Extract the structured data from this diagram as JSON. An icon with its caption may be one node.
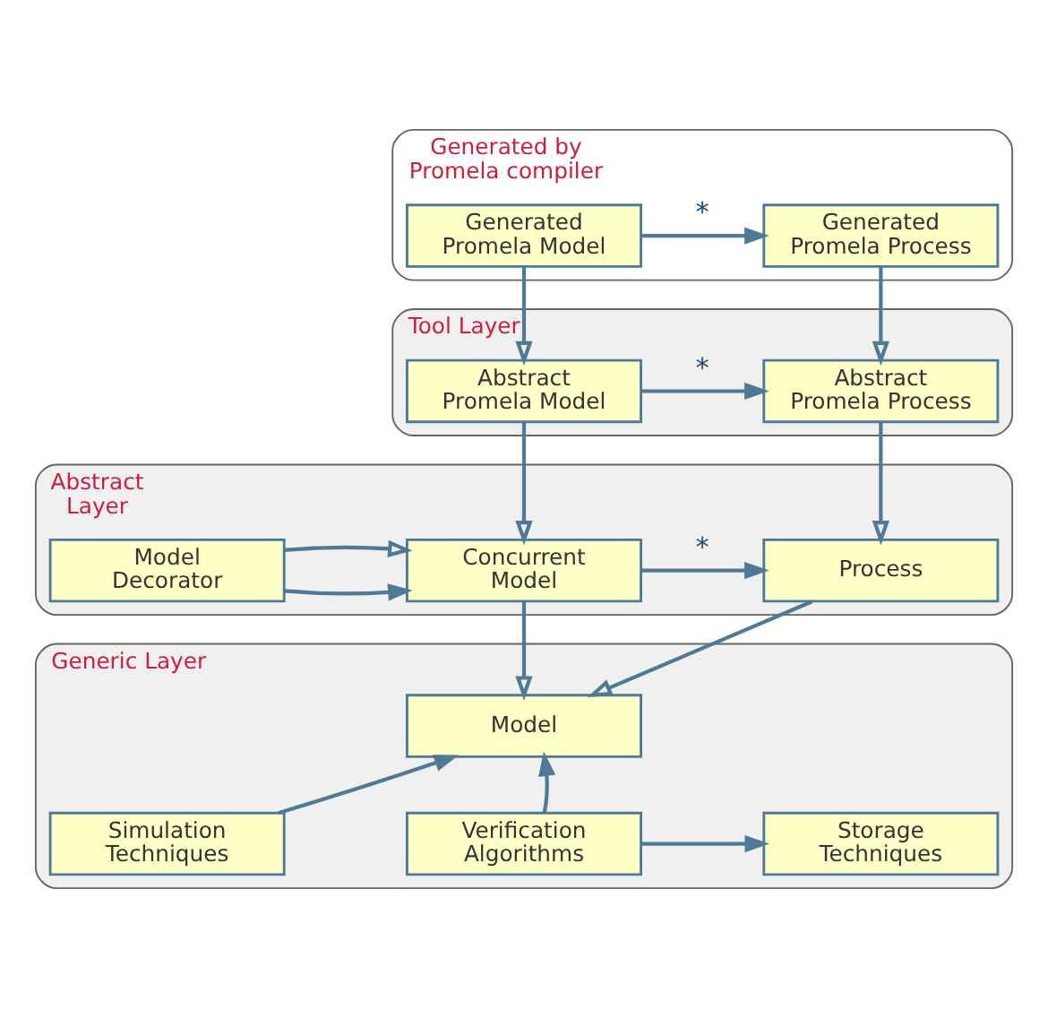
{
  "diagram": {
    "nodes": [
      {
        "text": [
          "Generated by Promela compiler"
        ]
      },
      {
        "text": [
          "Generated Promela Model"
        ],
        "in": 0
      },
      {
        "text": [
          "Generated Promela Process"
        ],
        "in": 0
      },
      {
        "text": [
          "Tool Layer"
        ]
      },
      {
        "text": [
          "Abstract Promela Model"
        ],
        "in": 3
      },
      {
        "text": [
          "Abstract Promela Process"
        ],
        "in": 3
      },
      {
        "text": [
          "Abstract Layer"
        ]
      },
      {
        "text": [
          "Model Decorator"
        ],
        "in": 6
      },
      {
        "text": [
          "Concurrent Model"
        ],
        "in": 6
      },
      {
        "text": [
          "Process"
        ],
        "in": 6
      },
      {
        "text": [
          "Generic Layer"
        ]
      },
      {
        "text": [
          "Model"
        ],
        "in": 10
      },
      {
        "text": [
          "Simulation Techniques"
        ],
        "in": 10
      },
      {
        "text": [
          "Verification Algorithms"
        ],
        "in": 10
      },
      {
        "text": [
          "Storage Techniques"
        ],
        "in": 10
      }
    ],
    "edges": [
      {
        "from": 1,
        "to": 2,
        "arrow": "to",
        "label": "*"
      },
      {
        "from": 1,
        "to": 4,
        "arrow": "to"
      },
      {
        "from": 2,
        "to": 5,
        "arrow": "to"
      },
      {
        "from": 4,
        "to": 5,
        "arrow": "to",
        "label": "*"
      },
      {
        "from": 4,
        "to": 8,
        "arrow": "to"
      },
      {
        "from": 5,
        "to": 9,
        "arrow": "to"
      },
      {
        "from": 7,
        "to": 8,
        "arrow": "to"
      },
      {
        "from": 7,
        "to": 8,
        "arrow": "to"
      },
      {
        "from": 8,
        "to": 9,
        "arrow": "to",
        "label": "*"
      },
      {
        "from": 8,
        "to": 11,
        "arrow": "to"
      },
      {
        "from": 9,
        "to": 11,
        "arrow": "to"
      },
      {
        "from": 12,
        "to": 11,
        "arrow": "to"
      },
      {
        "from": 13,
        "to": 11,
        "arrow": "to"
      },
      {
        "from": 13,
        "to": 14,
        "arrow": "to"
      }
    ]
  }
}
